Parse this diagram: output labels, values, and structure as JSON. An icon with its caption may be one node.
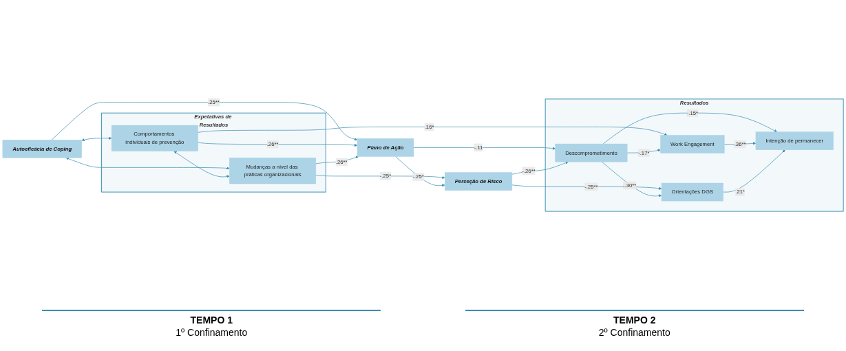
{
  "diagram": {
    "nodes": [
      {
        "text": [
          "Autoeficácia de Coping"
        ]
      },
      {
        "text": [
          "Expetativas de Resultados"
        ]
      },
      {
        "text": [
          "Comportamentos individuais de prevenção"
        ],
        "in": 1
      },
      {
        "text": [
          "Mudanças a nível das práticas organizacionais"
        ],
        "in": 1
      },
      {
        "text": [
          "Plano de Ação"
        ]
      },
      {
        "text": [
          "Perceção de Risco"
        ]
      },
      {
        "text": [
          "Resultados"
        ]
      },
      {
        "text": [
          "Work Engagement"
        ],
        "in": 6
      },
      {
        "text": [
          "Orientações DGS"
        ],
        "in": 6
      },
      {
        "text": [
          "Descomprometimento"
        ],
        "in": 6
      },
      {
        "text": [
          "Intenção de permanecer"
        ],
        "in": 6
      }
    ],
    "edges": [
      {
        "from": 0,
        "to": 2,
        "arrow": "both"
      },
      {
        "from": 0,
        "to": 3,
        "arrow": "both"
      },
      {
        "from": 2,
        "to": 3,
        "arrow": "both"
      },
      {
        "from": 0,
        "to": 4,
        "arrow": "to",
        "label": ".25**"
      },
      {
        "from": 2,
        "to": 4,
        "arrow": "to",
        "label": ".26**"
      },
      {
        "from": 3,
        "to": 4,
        "arrow": "to",
        "label": ".26**"
      },
      {
        "from": 2,
        "to": 7,
        "arrow": "to",
        "label": ".16*"
      },
      {
        "from": 3,
        "to": 5,
        "arrow": "to",
        "label": "-.25*"
      },
      {
        "from": 4,
        "to": 5,
        "arrow": "to",
        "label": "-.25*"
      },
      {
        "from": 4,
        "to": 9,
        "arrow": "to",
        "label": "-.11"
      },
      {
        "from": 5,
        "to": 9,
        "arrow": "to",
        "label": "-.26**"
      },
      {
        "from": 5,
        "to": 8,
        "arrow": "to",
        "label": "-.25**"
      },
      {
        "from": 9,
        "to": 7,
        "arrow": "to",
        "label": "-.17*"
      },
      {
        "from": 9,
        "to": 8,
        "arrow": "to",
        "label": "-.30**"
      },
      {
        "from": 9,
        "to": 10,
        "arrow": "to",
        "label": "-.15*"
      },
      {
        "from": 7,
        "to": 10,
        "arrow": "to",
        "label": ".36**"
      },
      {
        "from": 8,
        "to": 10,
        "arrow": "to",
        "label": ".21*"
      }
    ],
    "labels": [
      "TEMPO 1",
      "1º Confinamento",
      "TEMPO 2",
      "2º Confinamento"
    ]
  }
}
